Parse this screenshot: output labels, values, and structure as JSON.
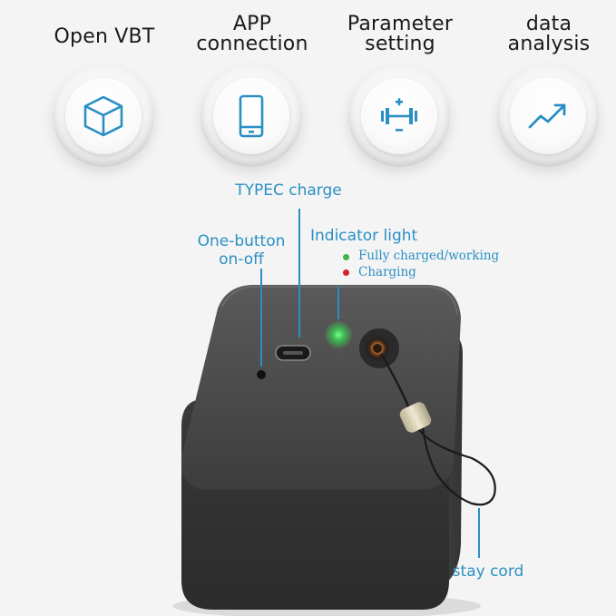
{
  "features": [
    {
      "label": "Open VBT",
      "icon": "cube-icon"
    },
    {
      "label": "APP\nconnection",
      "icon": "phone-icon"
    },
    {
      "label": "Parameter\nsetting",
      "icon": "barbell-plus-minus-icon"
    },
    {
      "label": "data\nanalysis",
      "icon": "trend-up-icon"
    }
  ],
  "callouts": {
    "typec": "TYPEC charge",
    "button": "One-button\non-off",
    "indicator": "Indicator light",
    "cord": "stay cord"
  },
  "indicator_items": [
    {
      "label": "Fully charged/working",
      "color": "#3cb54a"
    },
    {
      "label": "Charging",
      "color": "#d8202a"
    }
  ],
  "colors": {
    "accent": "#2a8fc4",
    "device": "#3a3a3a",
    "led_green": "#39d353"
  }
}
